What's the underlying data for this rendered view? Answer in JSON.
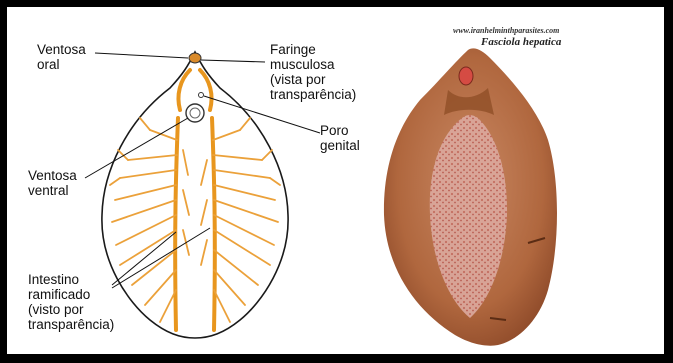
{
  "left_panel": {
    "labels": {
      "ventosa_oral": "Ventosa\noral",
      "faringe": "Faringe\nmusculosa\n(vista por\ntransparência)",
      "poro_genital": "Poro\ngenital",
      "ventosa_ventral": "Ventosa\nventral",
      "intestino": "Intestino\nramificado\n(visto por\ntransparência)"
    }
  },
  "right_panel": {
    "website": "www.iranhelminthparasites.com",
    "species": "Fasciola hepatica"
  },
  "colors": {
    "intestine": "#e8961e",
    "specimen_body": "#b4653a",
    "specimen_center": "#d9a49a"
  }
}
